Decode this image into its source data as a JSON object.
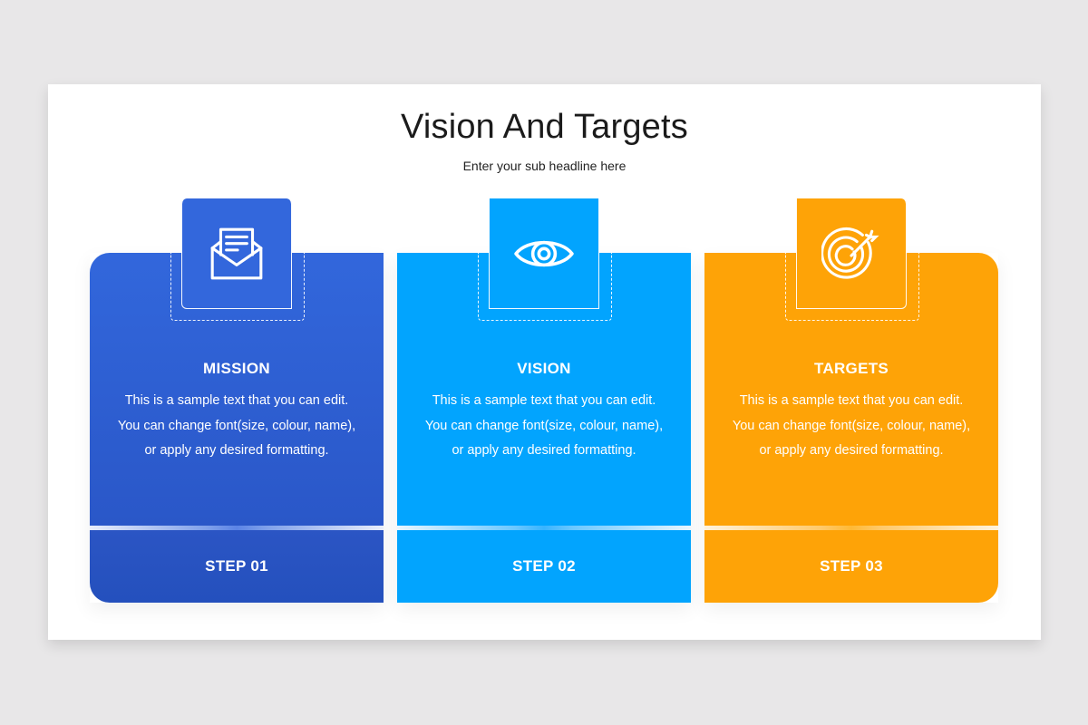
{
  "header": {
    "title": "Vision And Targets",
    "subtitle": "Enter your sub headline here"
  },
  "colors": {
    "mission": "#3267dc",
    "vision": "#02a4fe",
    "targets": "#fea307",
    "background": "#e8e7e8",
    "slide": "#ffffff"
  },
  "cards": [
    {
      "icon": "envelope-document-icon",
      "heading": "MISSION",
      "body": "This is a sample text that you can edit. You can change font(size, colour, name), or apply any desired formatting.",
      "step": "STEP 01"
    },
    {
      "icon": "eye-icon",
      "heading": "VISION",
      "body": "This is a sample text that you can edit. You can change font(size, colour, name), or apply any desired formatting.",
      "step": "STEP 02"
    },
    {
      "icon": "target-arrow-icon",
      "heading": "TARGETS",
      "body": "This is a sample text that you can edit. You can change font(size, colour, name), or apply any desired formatting.",
      "step": "STEP 03"
    }
  ]
}
